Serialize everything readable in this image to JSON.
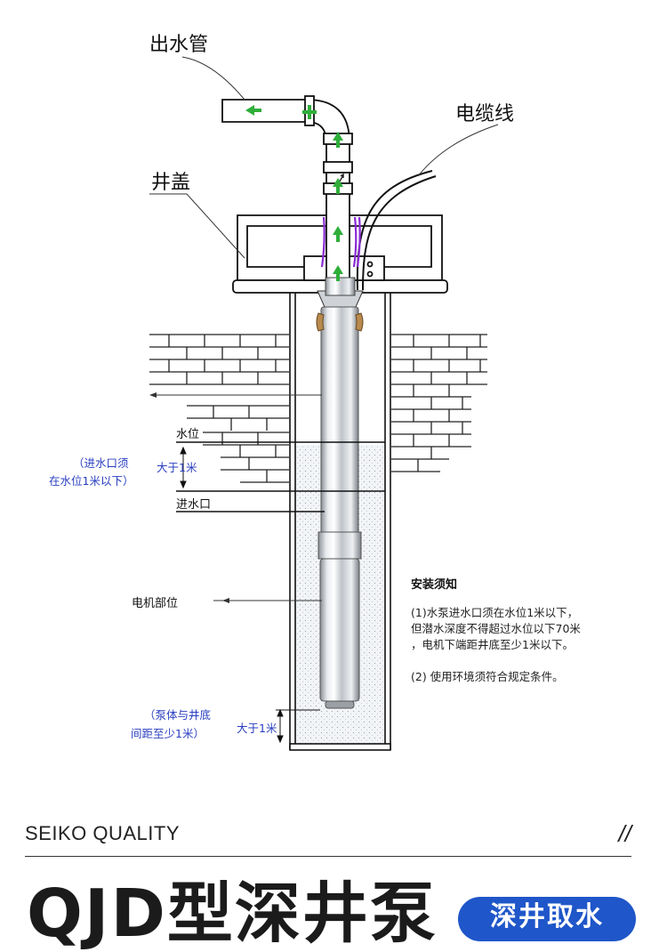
{
  "labels": {
    "outlet_pipe": "出水管",
    "cable": "电缆线",
    "well_cover": "井盖",
    "water_level": "水位",
    "inlet": "进水口",
    "motor_part": "电机部位",
    "inlet_note_line1": "（进水口须",
    "inlet_note_line2": "在水位1米以下）",
    "greater_1m_top": "大于1米",
    "bottom_note_line1": "（泵体与井底",
    "bottom_note_line2": "间距至少1米）",
    "greater_1m_bottom": "大于1米"
  },
  "notes": {
    "title": "安装须知",
    "line1": "(1)水泵进水口须在水位1米以下，",
    "line2": "但潜水深度不得超过水位以下70米",
    "line3": "，电机下端距井底至少1米以下。",
    "line4": "(2) 使用环境须符合规定条件。"
  },
  "footer": {
    "brand_quality": "SEIKO QUALITY",
    "slash": "//",
    "title": "QJD型深井泵",
    "badge": "深井取水"
  },
  "colors": {
    "arrow_green": "#2fae3a",
    "annotation_blue": "#2a3fc0",
    "badge_blue": "#1f56c9",
    "cable_purple": "#8a2bd6"
  }
}
